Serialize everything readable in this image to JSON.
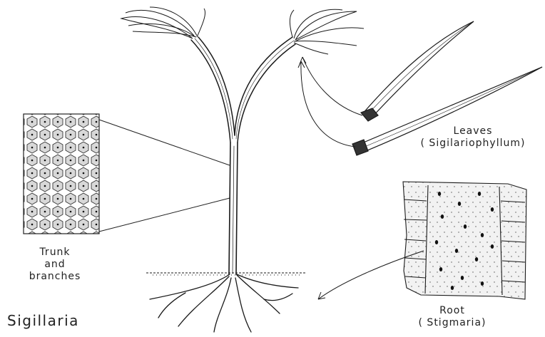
{
  "figure": {
    "title": "Sigillaria",
    "labels": {
      "trunk": [
        "Trunk",
        "and",
        "branches"
      ],
      "leaves": [
        "Leaves",
        "( Sigilariophyllum)"
      ],
      "root": [
        "Root",
        "( Stigmaria)"
      ]
    }
  },
  "colors": {
    "ink": "#1a1a1a",
    "background": "#ffffff"
  }
}
